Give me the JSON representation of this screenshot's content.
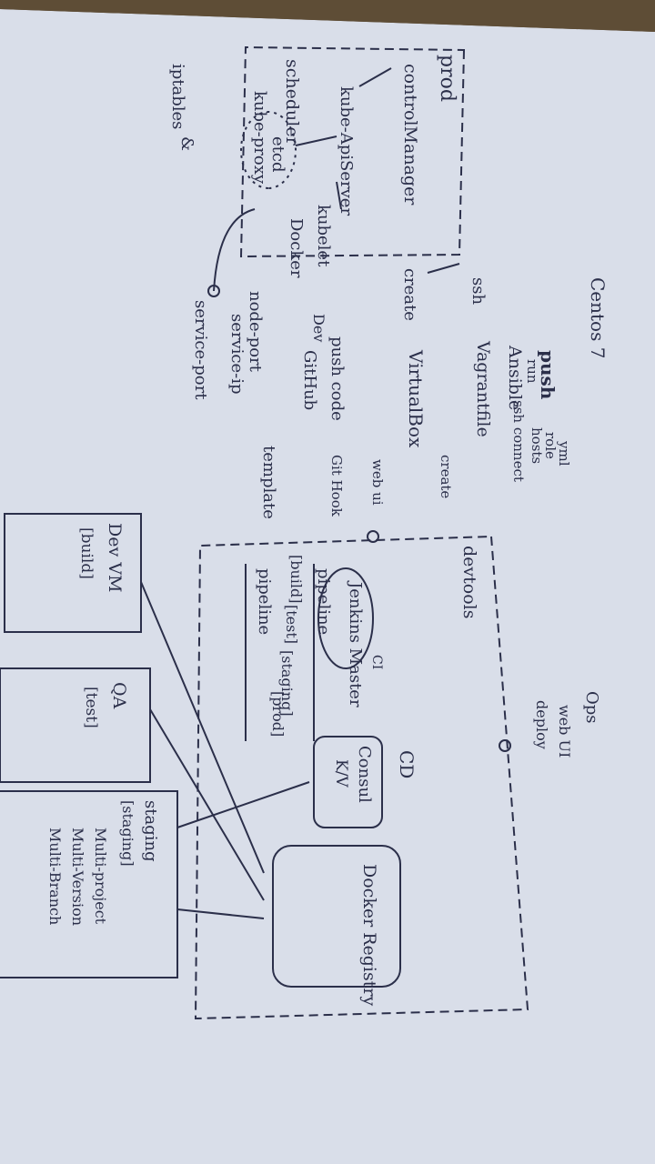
{
  "diagram": {
    "prod": {
      "label": "prod",
      "control_manager": "controlManager",
      "scheduler": "scheduler",
      "kube_apiserver": "kube-ApiServer",
      "etcd": "etcd",
      "kubelet": "kubelet",
      "docker": "Docker",
      "kube_proxy": "kube-proxy",
      "amp": "&",
      "iptables": "iptables",
      "node_port": "node-port",
      "service_ip": "service-ip",
      "service_port": "service-port"
    },
    "centos": "Centos 7",
    "ssh": "ssh",
    "create": "create",
    "top": {
      "push": "push",
      "run": "run",
      "ansible": "Ansible",
      "yml": "yml",
      "role": "role",
      "hosts": "hosts",
      "ssh_connect": "ssh connect",
      "vagrantfile": "Vagrantfile",
      "virtualbox": "VirtualBox",
      "create_small": "create"
    },
    "dev": "Dev",
    "push_code": "push code",
    "github": "GitHub",
    "git_hook": "Git Hook",
    "web_ui_1": "web ui",
    "template": "template",
    "devtools": {
      "label": "devtools",
      "ci": "CI",
      "jenkins": "Jenkins Master",
      "pipeline_1": "pipeline",
      "pipeline_2": "pipeline",
      "build": "[build]",
      "test": "[test]",
      "staging": "[staging]",
      "prod": "[prod]",
      "cd": "CD",
      "consul": "Consul",
      "kv": "K/V",
      "registry": "Docker Registry"
    },
    "ops": {
      "label": "Ops",
      "web_ui": "web UI",
      "deploy": "deploy"
    },
    "dev_vm": {
      "title": "Dev VM",
      "sub": "[build]"
    },
    "qa": {
      "title": "QA",
      "sub": "[test]"
    },
    "staging": {
      "title": "staging",
      "sub": "[staging]",
      "line1": "Multi-project",
      "line2": "Multi-Version",
      "line3": "Multi-Branch"
    }
  }
}
